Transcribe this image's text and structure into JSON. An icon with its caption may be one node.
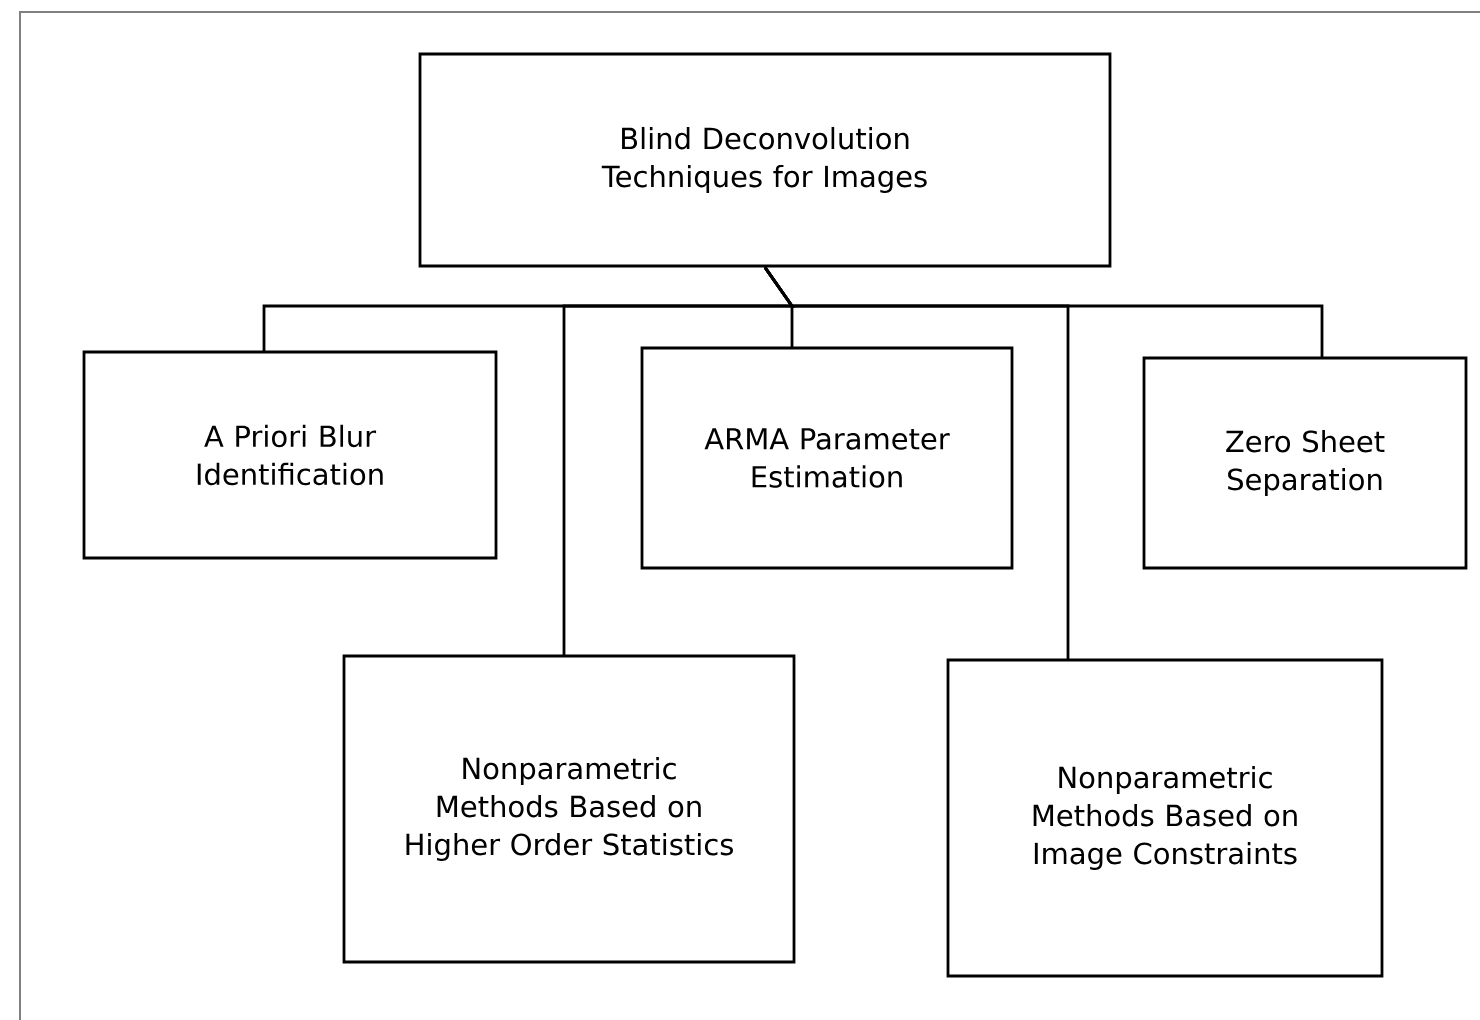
{
  "diagram": {
    "nodes": [
      {
        "text": [
          "Blind Deconvolution Techniques for Images"
        ]
      },
      {
        "text": [
          "A Priori Blur Identification"
        ]
      },
      {
        "text": [
          "ARMA Parameter Estimation"
        ]
      },
      {
        "text": [
          "Zero Sheet Separation"
        ]
      },
      {
        "text": [
          "Nonparametric Methods Based on Higher Order Statistics"
        ]
      },
      {
        "text": [
          "Nonparametric Methods Based on Image Constraints"
        ]
      }
    ],
    "edges": [
      {
        "from": 0,
        "to": 1,
        "arrow": "none"
      },
      {
        "from": 0,
        "to": 4,
        "arrow": "none"
      },
      {
        "from": 0,
        "to": 2,
        "arrow": "none"
      },
      {
        "from": 0,
        "to": 5,
        "arrow": "none"
      },
      {
        "from": 0,
        "to": 3,
        "arrow": "none"
      }
    ]
  }
}
